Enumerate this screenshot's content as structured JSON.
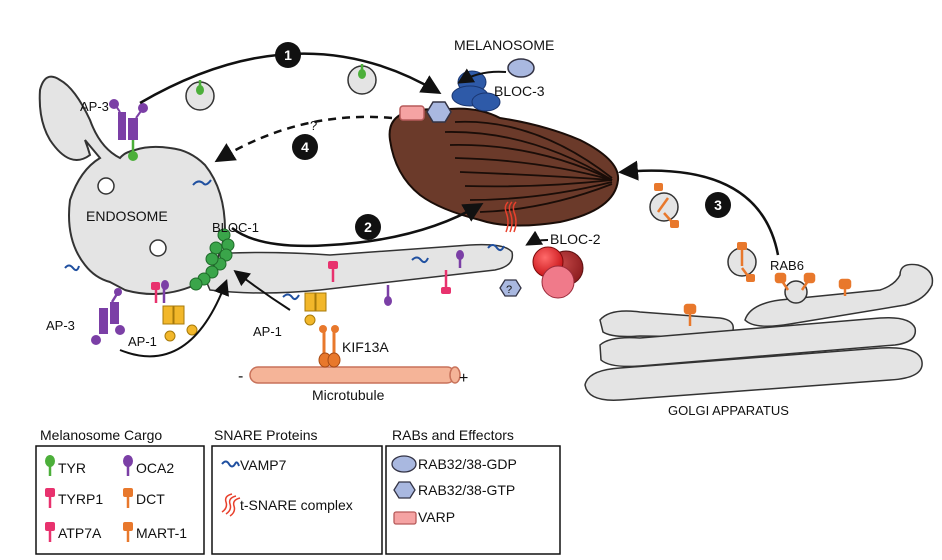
{
  "labels": {
    "melanosome": "MELANOSOME",
    "bloc3": "BLOC-3",
    "bloc1": "BLOC-1",
    "bloc2": "BLOC-2",
    "endosome": "ENDOSOME",
    "ap3_top": "AP-3",
    "ap3_bottom": "AP-3",
    "ap1_left": "AP-1",
    "ap1_right": "AP-1",
    "kif13a": "KIF13A",
    "microtubule": "Microtubule",
    "mt_minus": "-",
    "mt_plus": "+",
    "rab6": "RAB6",
    "golgi": "GOLGI APPARATUS",
    "question_dashed": "?",
    "question_hex": "?"
  },
  "steps": [
    "1",
    "2",
    "3",
    "4"
  ],
  "legend": {
    "cargo": {
      "title": "Melanosome Cargo",
      "items": [
        {
          "label": "TYR",
          "color": "#4caf3a"
        },
        {
          "label": "OCA2",
          "color": "#7b3fa6"
        },
        {
          "label": "TYRP1",
          "color": "#e8326e"
        },
        {
          "label": "DCT",
          "color": "#e8782c"
        },
        {
          "label": "ATP7A",
          "color": "#e8326e"
        },
        {
          "label": "MART-1",
          "color": "#e8782c"
        }
      ]
    },
    "snare": {
      "title": "SNARE Proteins",
      "items": [
        {
          "label": "VAMP7",
          "icon": "vamp7-icon"
        },
        {
          "label": "t-SNARE complex",
          "icon": "t-snare-icon"
        }
      ]
    },
    "rabs": {
      "title": "RABs and Effectors",
      "items": [
        {
          "label": "RAB32/38-GDP",
          "icon": "ellipse-icon"
        },
        {
          "label": "RAB32/38-GTP",
          "icon": "hexagon-icon"
        },
        {
          "label": "VARP",
          "icon": "rectangle-icon"
        }
      ]
    }
  },
  "colors": {
    "melanosome": "#6b3a2a",
    "endosome": "#e4e4e4",
    "bloc3": "#2e5aa8",
    "rab_gdp": "#a9b8e0",
    "bloc1": "#3aa54a",
    "bloc2": "#d7161c",
    "ap3": "#7b3fa6",
    "ap1": "#f2b72a",
    "kif13a": "#e8782c",
    "microtubule": "#f5b498",
    "varp": "#f5a3a3",
    "vamp7": "#2050a0",
    "tsnare": "#e8402c"
  }
}
